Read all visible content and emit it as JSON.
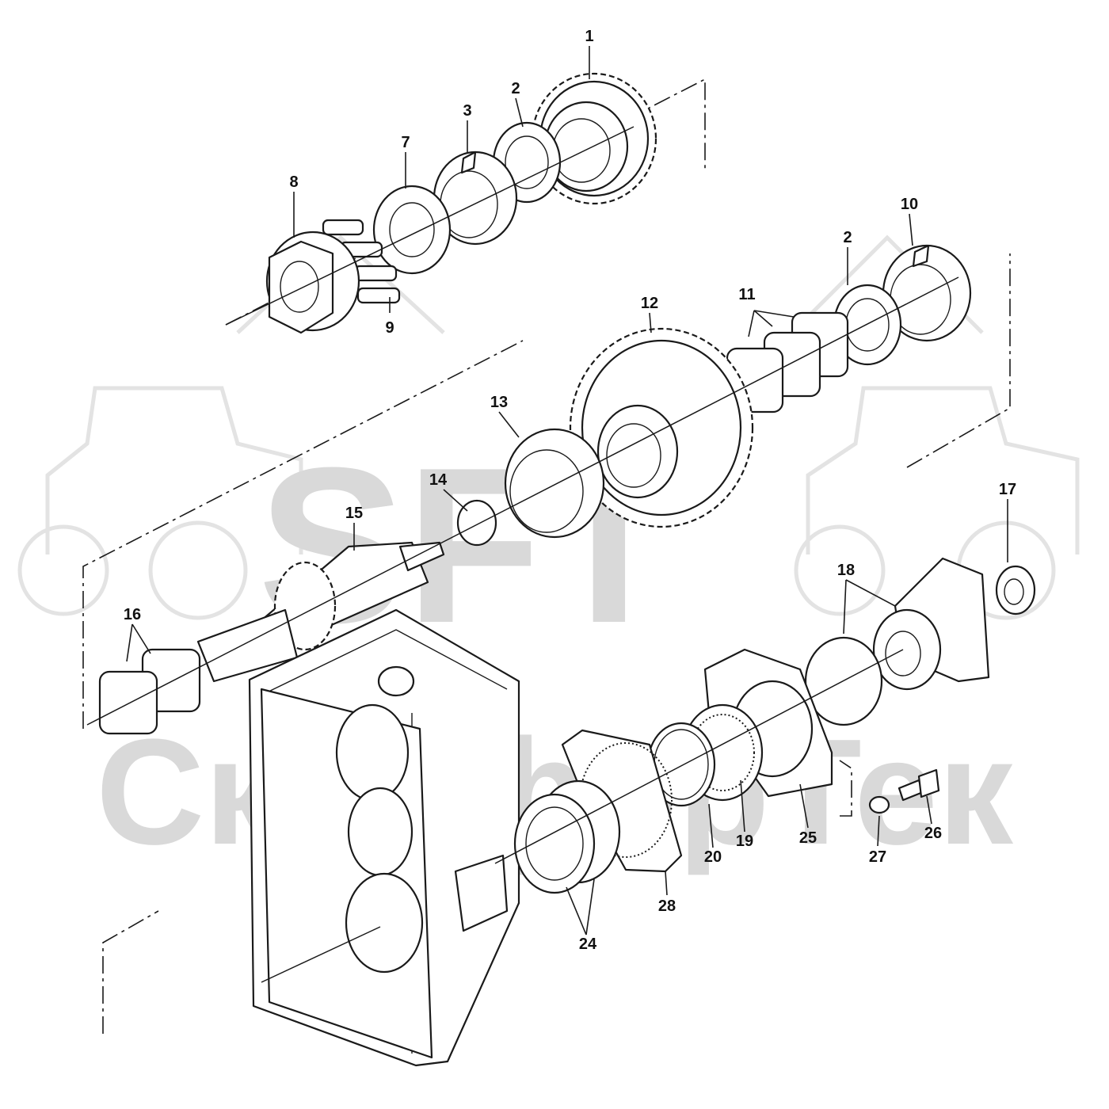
{
  "watermark": {
    "brand": "SFT",
    "company": "СкайфорТек"
  },
  "callouts": [
    "1",
    "2",
    "3",
    "7",
    "8",
    "9",
    "10",
    "2",
    "11",
    "12",
    "13",
    "14",
    "15",
    "16",
    "17",
    "18",
    "19",
    "20",
    "24",
    "25",
    "26",
    "27",
    "28"
  ]
}
